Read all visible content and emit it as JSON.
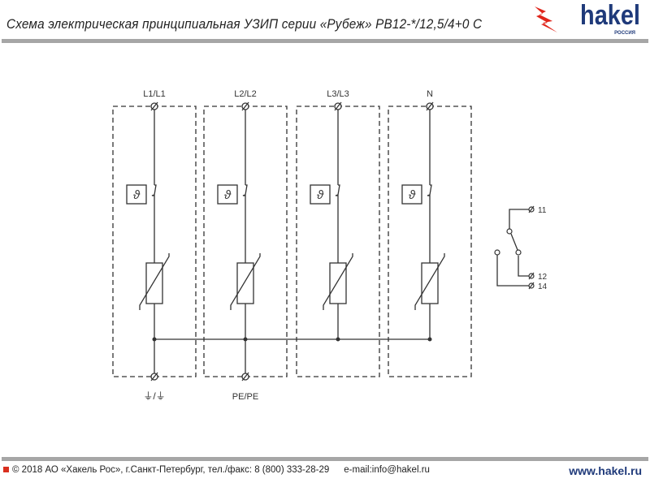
{
  "header": {
    "title": "Схема электрическая принципиальная УЗИП серии «Рубеж» PB12-*/12,5/4+0 C",
    "logo_text": "hakel",
    "logo_sub": "РОССИЯ"
  },
  "diagram": {
    "poles": [
      {
        "label": "L1/L1"
      },
      {
        "label": "L2/L2"
      },
      {
        "label": "L3/L3"
      },
      {
        "label": "N"
      }
    ],
    "thermal_symbol": "ϑ",
    "bottom_labels": {
      "ground": "⏚/⏚",
      "pe": "PE/PE"
    },
    "contacts": {
      "c11": "11",
      "c12": "12",
      "c14": "14"
    }
  },
  "footer": {
    "copyright": "© 2018 АО «Хакель Рос», г.Санкт-Петербург, тел./факс: 8 (800) 333-28-29",
    "email": "e-mail:info@hakel.ru",
    "website": "www.hakel.ru"
  }
}
